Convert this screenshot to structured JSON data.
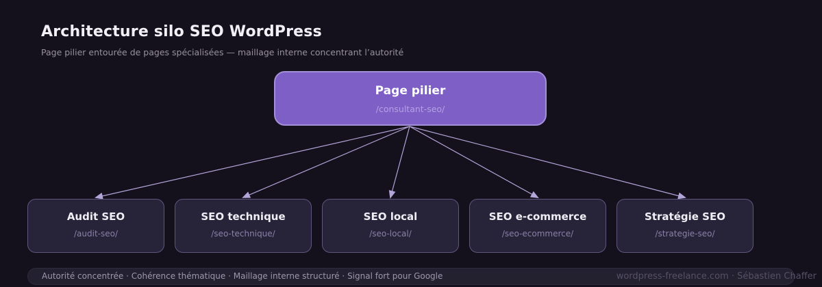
{
  "header": {
    "title": "Architecture silo SEO WordPress",
    "subtitle": "Page pilier entourée de pages spécialisées — maillage interne concentrant l’autorité"
  },
  "silo": {
    "pillar": {
      "title": "Page pilier",
      "slug": "/consultant-seo/"
    },
    "children": [
      {
        "title": "Audit SEO",
        "slug": "/audit-seo/"
      },
      {
        "title": "SEO technique",
        "slug": "/seo-technique/"
      },
      {
        "title": "SEO local",
        "slug": "/seo-local/"
      },
      {
        "title": "SEO e-commerce",
        "slug": "/seo-ecommerce/"
      },
      {
        "title": "Stratégie SEO",
        "slug": "/strategie-seo/"
      }
    ]
  },
  "footer": {
    "benefits": "Autorité concentrée · Cohérence thématique · Maillage interne structuré · Signal fort pour Google",
    "watermark": "wordpress-freelance.com · Sébastien Chaffer"
  },
  "colors": {
    "background": "#14111c",
    "pillar_fill": "#7d5fc5",
    "pillar_border": "#a28fd8",
    "node_fill": "#272339",
    "node_border": "#61567f",
    "arrow": "#b2a5d9",
    "footer_bar_fill": "#232030"
  }
}
